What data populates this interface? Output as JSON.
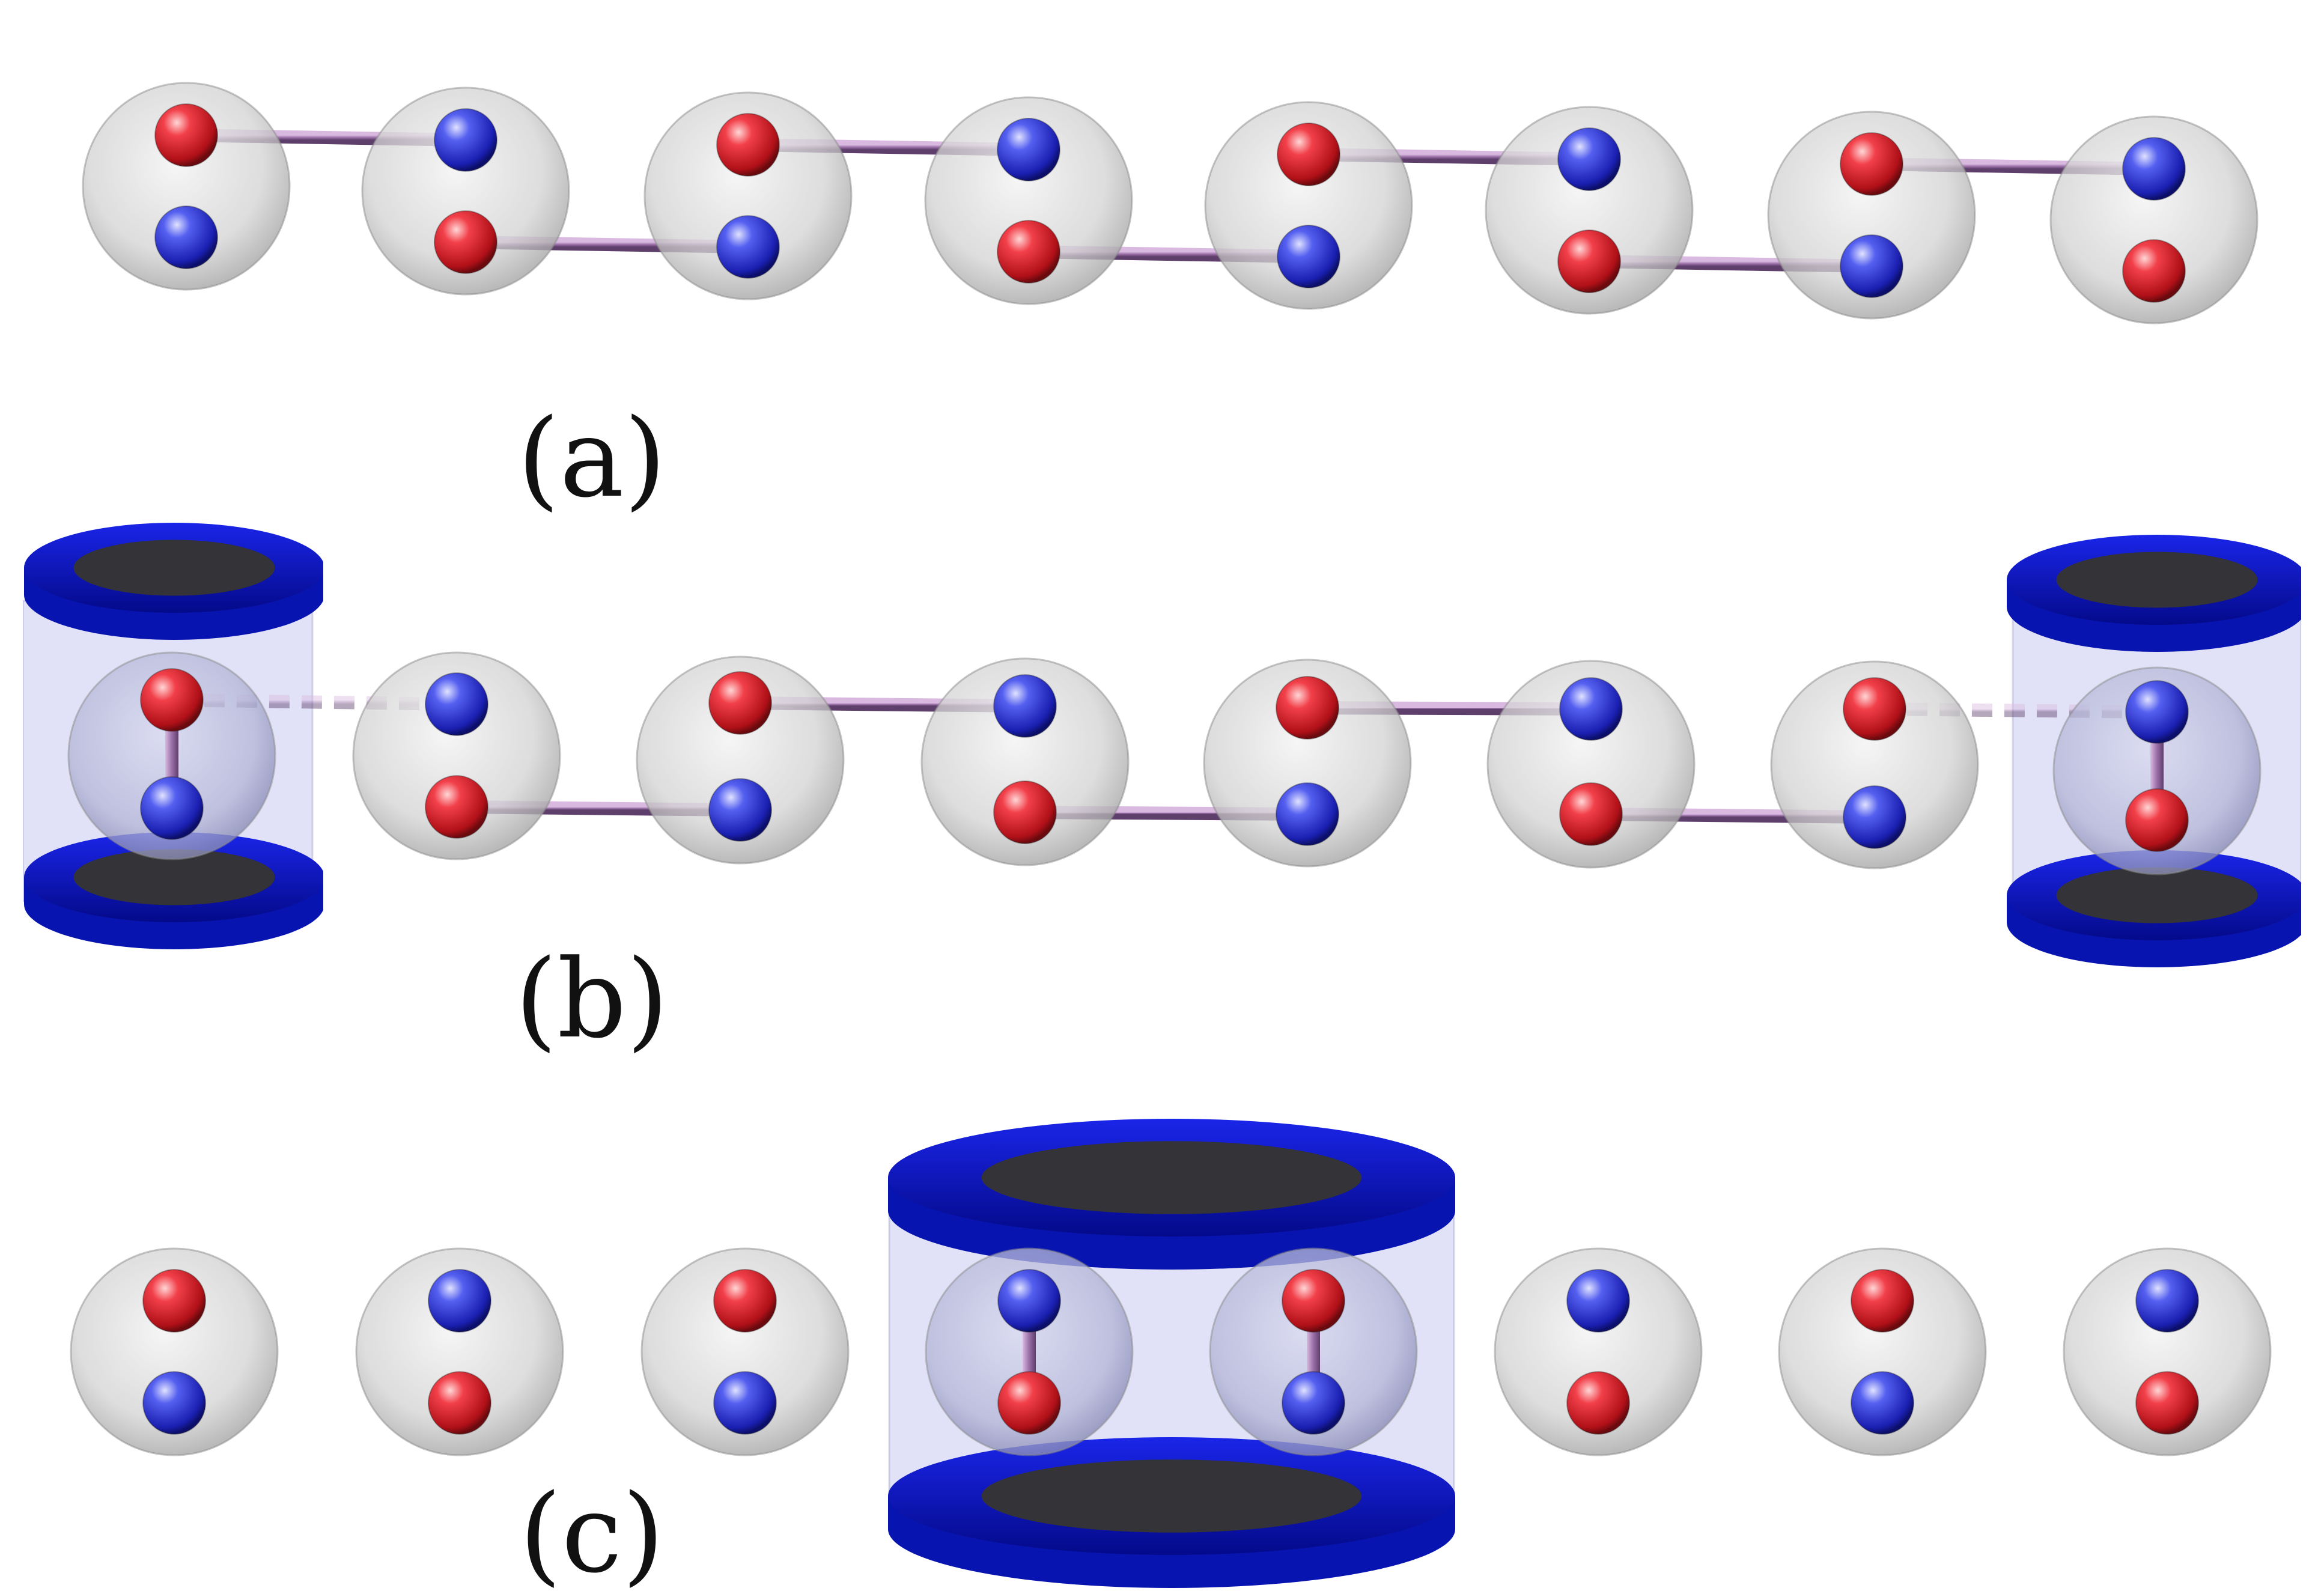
{
  "panels": [
    {
      "label": "(a)"
    },
    {
      "label": "(b)"
    },
    {
      "label": "(c)"
    }
  ],
  "colors": {
    "red_atom": "#e8202a",
    "blue_atom": "#2c33e0",
    "bond": "#9a6fa8",
    "shell": "#c9c9c9",
    "cavity_ring": "#0a12c8",
    "cavity_inner": "#333338",
    "cavity_body": "#c8caf0"
  },
  "icons": {
    "atom": "sphere",
    "site": "translucent-sphere",
    "cavity": "cylinder-ring"
  }
}
